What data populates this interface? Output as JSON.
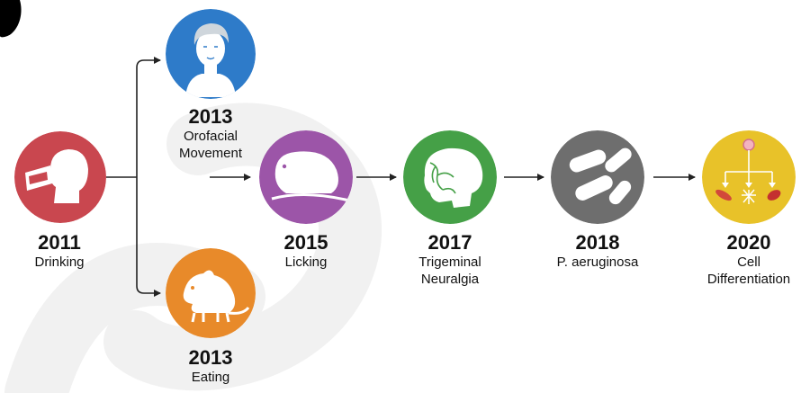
{
  "events": [
    {
      "id": "drinking",
      "year": "2011",
      "label": [
        "Drinking"
      ],
      "color": "#c9474f",
      "icon": "head-drinking-icon"
    },
    {
      "id": "orofacial",
      "year": "2013",
      "label": [
        "Orofacial",
        "Movement"
      ],
      "color": "#2e7bc9",
      "icon": "human-face-icon"
    },
    {
      "id": "eating",
      "year": "2013",
      "label": [
        "Eating"
      ],
      "color": "#e88a2a",
      "icon": "rat-eating-icon"
    },
    {
      "id": "licking",
      "year": "2015",
      "label": [
        "Licking"
      ],
      "color": "#9c55a8",
      "icon": "mouse-icon"
    },
    {
      "id": "trigeminal",
      "year": "2017",
      "label": [
        "Trigeminal",
        "Neuralgia"
      ],
      "color": "#45a047",
      "icon": "skull-nerve-icon"
    },
    {
      "id": "aeruginosa",
      "year": "2018",
      "label": [
        "P. aeruginosa"
      ],
      "color": "#6e6e6e",
      "icon": "bacteria-icon"
    },
    {
      "id": "differentiation",
      "year": "2020",
      "label": [
        "Cell",
        "Differentiation"
      ],
      "color": "#e8c229",
      "icon": "cell-differentiation-icon"
    }
  ]
}
